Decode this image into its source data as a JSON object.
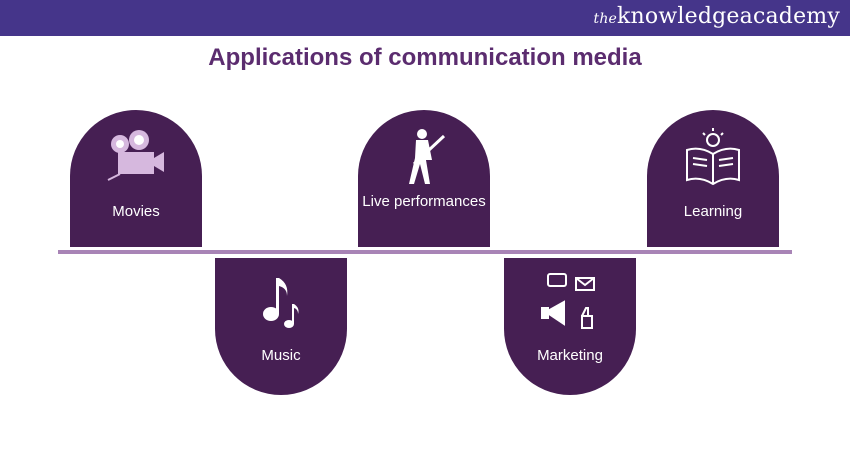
{
  "brand": {
    "logo_prefix": "the",
    "logo_main": "knowledgeacademy"
  },
  "title": "Applications of communication media",
  "items": [
    {
      "label": "Movies",
      "icon": "film-camera-icon"
    },
    {
      "label": "Music",
      "icon": "music-note-icon"
    },
    {
      "label": "Live performances",
      "icon": "guitarist-icon"
    },
    {
      "label": "Marketing",
      "icon": "megaphone-icon"
    },
    {
      "label": "Learning",
      "icon": "open-book-bulb-icon"
    }
  ],
  "colors": {
    "header": "#45358a",
    "card": "#461f53",
    "icon": "#d6b8de",
    "line": "#a884b6",
    "title": "#5b2c6f"
  }
}
